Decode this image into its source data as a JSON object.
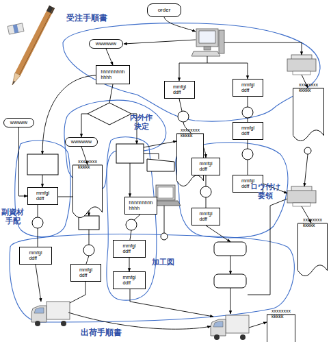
{
  "diagram": {
    "nodes": [
      {
        "text": [
          "order"
        ]
      },
      {
        "text": [
          "wwwwww"
        ]
      },
      {
        "text": [
          "hhhhhhhhh hhhh"
        ]
      },
      {
        "text": [
          "mmfgl ddff"
        ]
      },
      {
        "text": [
          "mmfgl ddff"
        ]
      },
      {
        "text": [
          "xxxxxxxx kkkkk"
        ]
      },
      {
        "text": [
          "wwwww"
        ]
      },
      {
        "text": [
          "mmfgl ddff"
        ]
      },
      {
        "text": [
          "wwwwww"
        ]
      },
      {
        "text": [
          "xxxxxxxx kkkkk"
        ]
      },
      {
        "text": [
          "mmfgl ddff"
        ]
      },
      {
        "text": [
          "xxxxxxxx kkkkk"
        ]
      },
      {
        "text": [
          "mmfgl ddff"
        ]
      },
      {
        "text": [
          "mmfgl ddff"
        ]
      },
      {
        "text": [
          "hhhhhhhhh hhhh"
        ]
      },
      {
        "text": [
          "mmfgl ddff"
        ]
      },
      {
        "text": [
          "xxxxxxxx kkkkk"
        ]
      },
      {
        "text": [
          "mmfgl ddff"
        ]
      },
      {
        "text": [
          "mmfgl ddff"
        ]
      },
      {
        "text": [
          "mmfgl ddff"
        ]
      },
      {
        "text": [
          "mmfgl ddff"
        ]
      },
      {
        "text": [
          "xxxxxxxx kkkkk"
        ]
      }
    ],
    "edges": [
      {
        "from": 1,
        "to": 2,
        "arrow": "to"
      },
      {
        "from": 6,
        "to": 13,
        "arrow": "to"
      },
      {
        "from": 8,
        "to": 11,
        "arrow": "to"
      },
      {
        "from": 17,
        "to": 20,
        "arrow": "to"
      }
    ],
    "labels": [
      "受注手順書",
      "内外作 決定",
      "副資材 手配",
      "加工図",
      "ロウ付け 要領",
      "出荷手順書"
    ]
  }
}
